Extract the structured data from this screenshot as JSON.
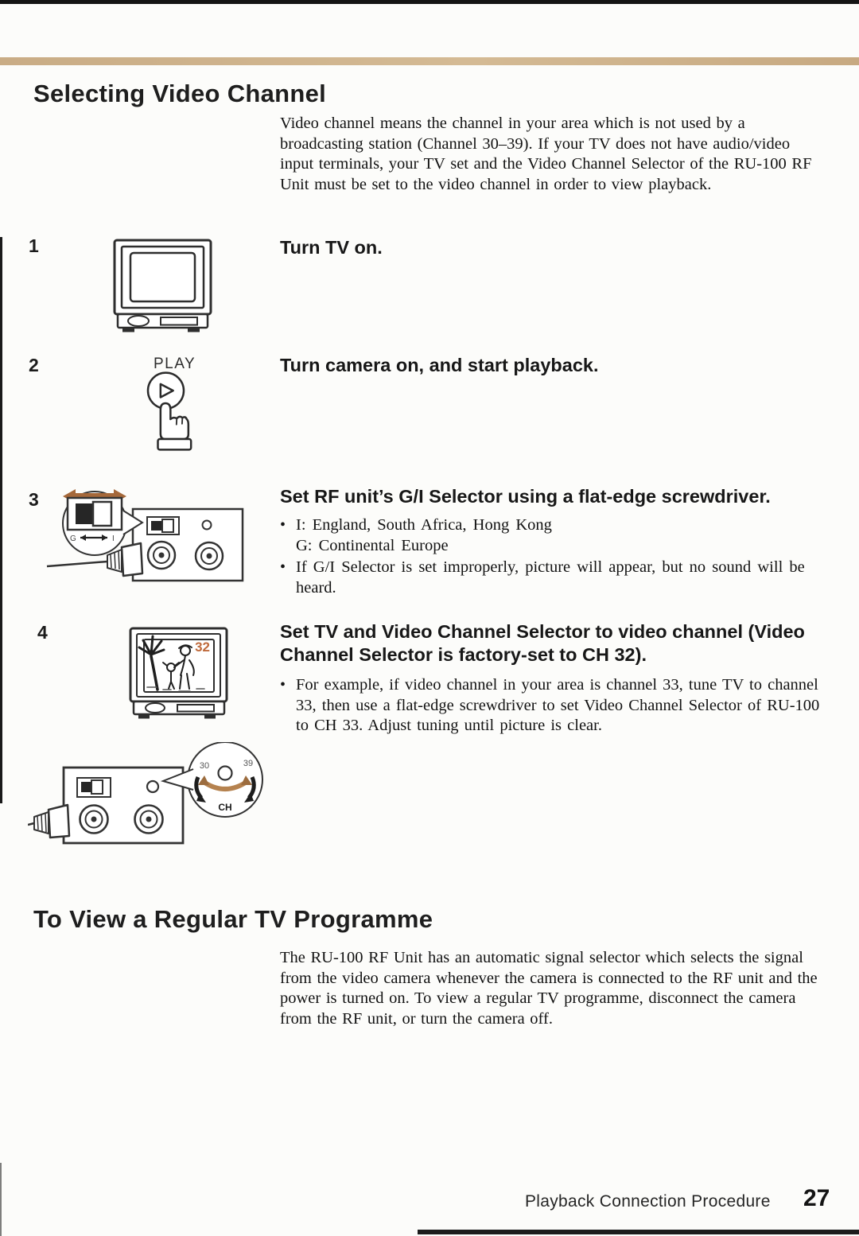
{
  "colors": {
    "tan_bar": "#cdb08a",
    "accent_brown": "#a5683a",
    "dial_arrow_tan": "#b5824f",
    "channel_orange": "#bf6a3c",
    "line_black": "#1a1a1a"
  },
  "glyphs": {
    "bullet": "•"
  },
  "header": {
    "title": "Selecting Video Channel",
    "intro": "Video channel means the channel in your area which is not used by a broadcasting station (Channel 30–39). If your TV does not have audio/video input terminals, your TV set and the Video Channel Selector of the RU-100 RF Unit must be set to the video channel in order to view playback."
  },
  "steps": [
    {
      "num": "1",
      "heading": "Turn TV on."
    },
    {
      "num": "2",
      "heading": "Turn camera on, and start playback.",
      "play_label": "PLAY"
    },
    {
      "num": "3",
      "heading": "Set RF unit’s G/I Selector using a flat-edge screwdriver.",
      "bullet1_line1": "I: England, South Africa, Hong Kong",
      "bullet1_line2": "G: Continental Europe",
      "bullet2": "If G/I Selector is set improperly, picture will appear, but no sound will be heard.",
      "switch_g": "G",
      "switch_i": "I"
    },
    {
      "num": "4",
      "heading": "Set TV and Video Channel Selector to video channel (Video Channel Selector is factory-set to CH 32).",
      "bullet1": "For example, if video channel in your area is channel 33, tune TV to channel 33, then use a flat-edge screwdriver to set Video Channel Selector of RU-100 to CH 33. Adjust tuning until picture is clear.",
      "tv_channel_display": "32",
      "dial_min": "30",
      "dial_max": "39",
      "dial_label": "CH"
    }
  ],
  "section2": {
    "title": "To View a Regular TV Programme",
    "body": "The RU-100 RF Unit has an automatic signal selector which selects the signal from the video camera whenever the camera is connected to the RF unit and the power is turned on. To view a regular TV programme, disconnect the camera from the RF unit, or turn the camera off."
  },
  "footer": {
    "label": "Playback Connection Procedure",
    "page_number": "27"
  }
}
